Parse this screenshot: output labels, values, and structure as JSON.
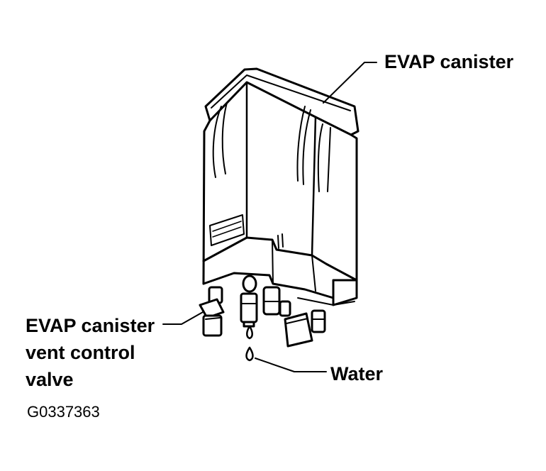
{
  "labels": {
    "evap_canister": "EVAP canister",
    "vent_valve_line1": "EVAP canister",
    "vent_valve_line2": "vent control",
    "vent_valve_line3": "valve",
    "water": "Water"
  },
  "figure_id": "G0337363",
  "colors": {
    "ink": "#000000",
    "paper": "#ffffff"
  }
}
